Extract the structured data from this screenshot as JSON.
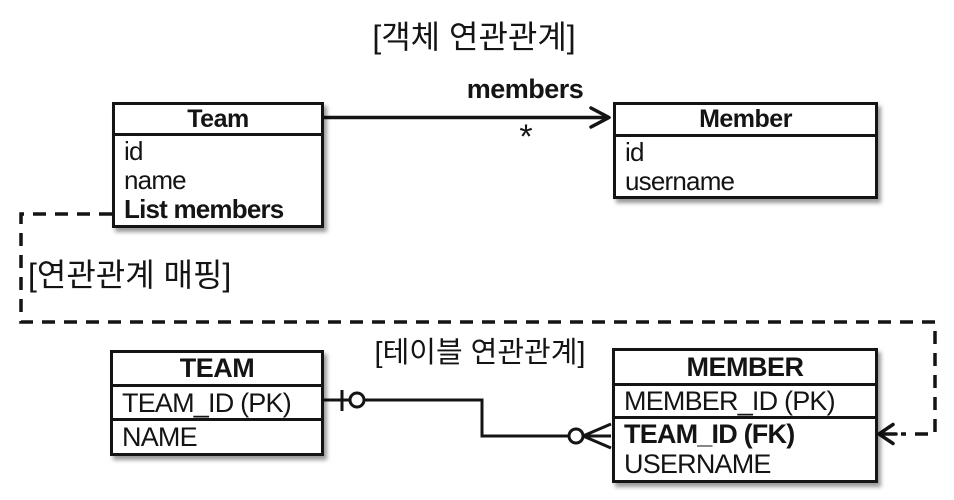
{
  "titles": {
    "object_section": "[객체 연관관계]",
    "mapping_section": "[연관관계 매핑]",
    "table_section": "[테이블 연관관계]"
  },
  "object_diagram": {
    "team_class": {
      "name": "Team",
      "fields": [
        "id",
        "name",
        "List members"
      ]
    },
    "member_class": {
      "name": "Member",
      "fields": [
        "id",
        "username"
      ]
    },
    "association": {
      "label": "members",
      "multiplicity": "*"
    }
  },
  "table_diagram": {
    "team_table": {
      "name": "TEAM",
      "columns": [
        "TEAM_ID (PK)",
        "NAME"
      ]
    },
    "member_table": {
      "name": "MEMBER",
      "columns": [
        "MEMBER_ID (PK)",
        "TEAM_ID (FK)",
        "USERNAME"
      ]
    }
  },
  "colors": {
    "line": "#141414",
    "background": "#ffffff",
    "text": "#141414"
  }
}
